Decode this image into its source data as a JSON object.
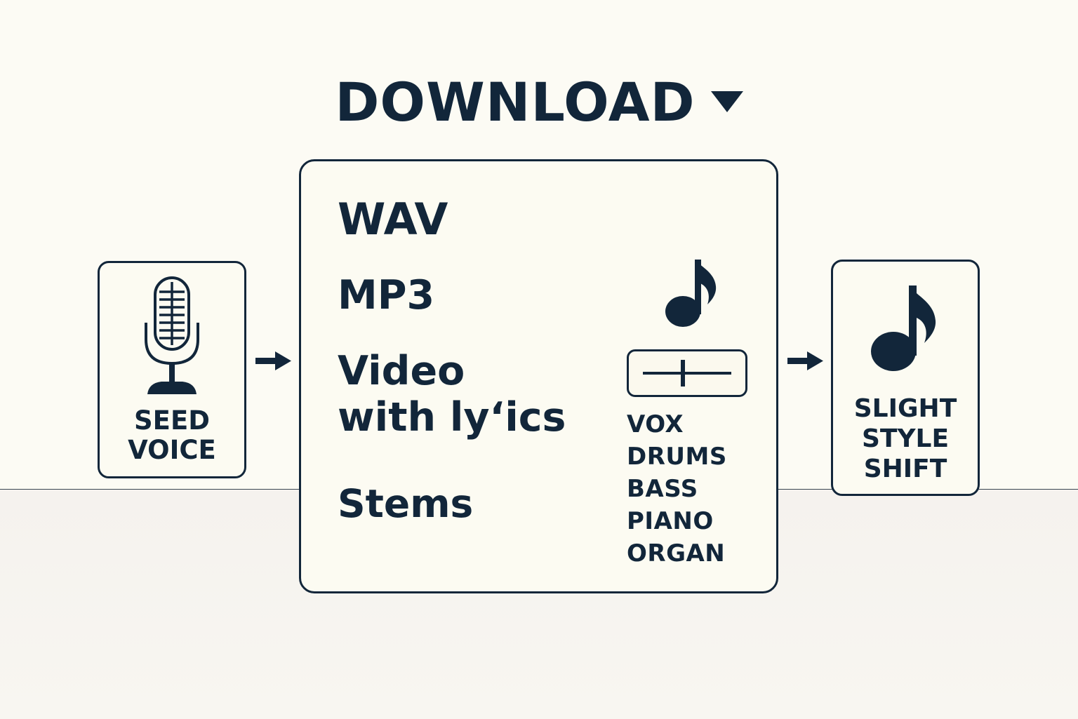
{
  "title": {
    "label": "DOWNLOAD",
    "caret_icon": "caret-down-icon"
  },
  "seed_card": {
    "icon": "microphone-icon",
    "label_line1": "SEED",
    "label_line2": "VOICE"
  },
  "download_menu": {
    "formats": [
      {
        "label": "WAV"
      },
      {
        "label": "MP3"
      },
      {
        "line1": "Video",
        "line2": "with ly‘ics"
      },
      {
        "label": "Stems"
      }
    ],
    "note_icon": "music-note-icon",
    "stem_slider": {
      "icon": "slider-icon",
      "level": 0.45
    },
    "stems": [
      "VOX",
      "DRUMS",
      "BASS",
      "PIANO",
      "ORGAN"
    ]
  },
  "style_card": {
    "icon": "music-note-icon",
    "label_line1": "SLIGHT",
    "label_line2": "STYLE",
    "label_line3": "SHIFT"
  },
  "colors": {
    "ink": "#12263a",
    "background": "#fcfbf4",
    "floor": "#f5f2ee",
    "card_fill": "#fcfbf2"
  }
}
